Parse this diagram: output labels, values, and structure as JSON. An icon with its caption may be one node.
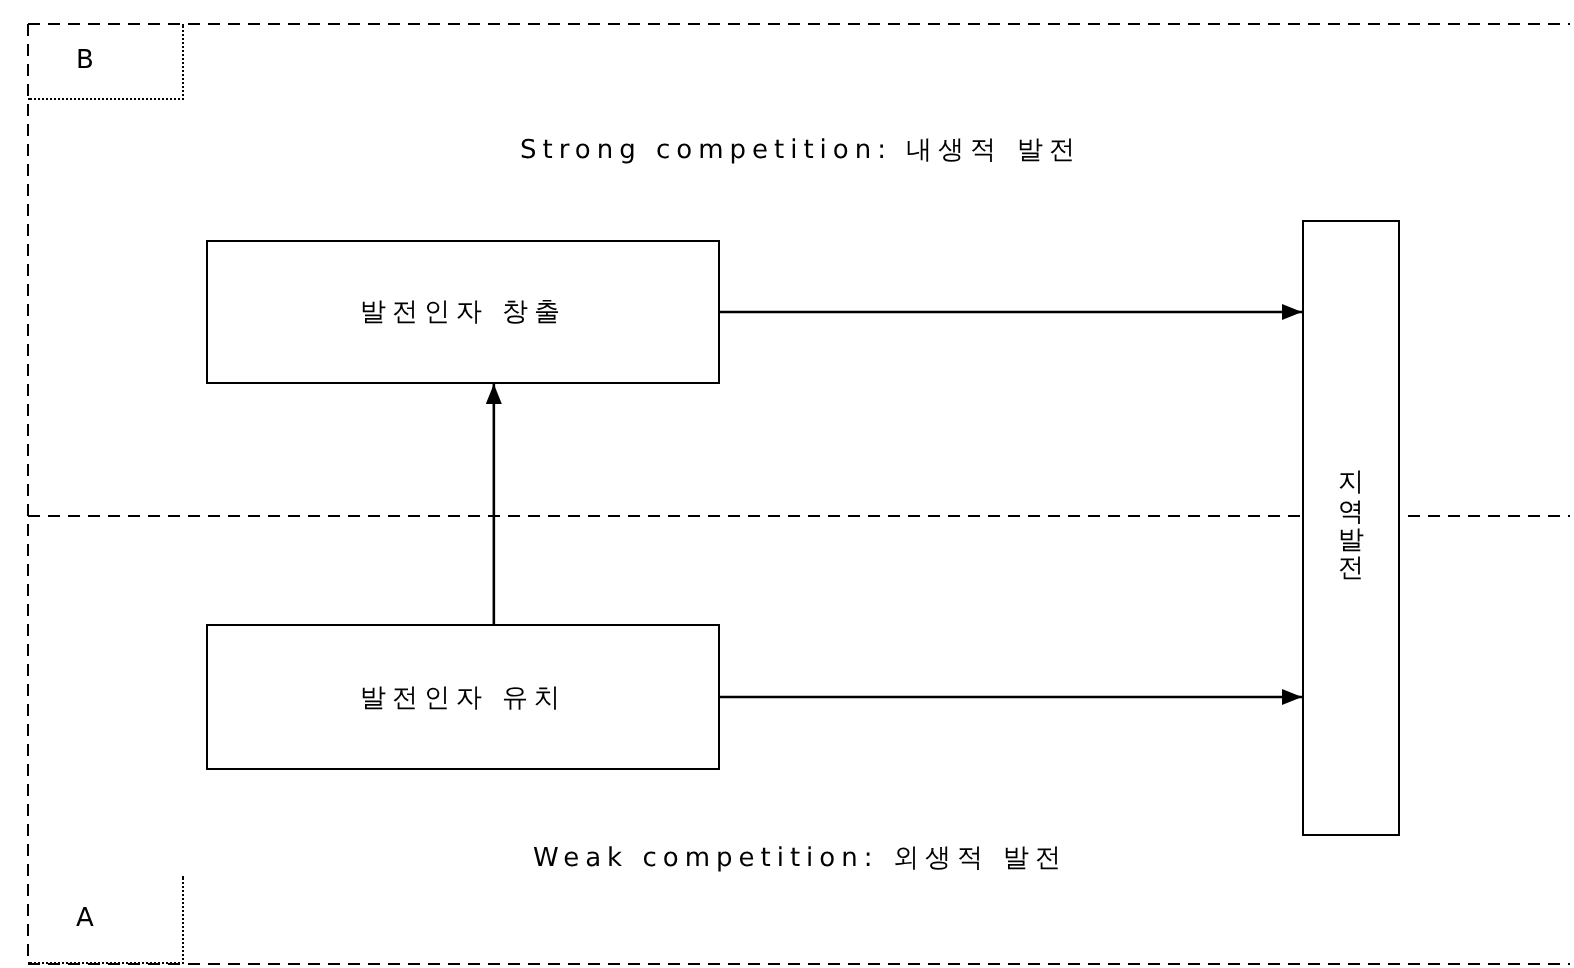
{
  "diagram": {
    "nodes": [
      {
        "text": [
          "B"
        ]
      },
      {
        "text": [
          "발전인자 창출"
        ]
      },
      {
        "text": [
          "지역발전"
        ]
      },
      {
        "text": [
          "발전인자 유치"
        ]
      },
      {
        "text": [
          "A"
        ]
      }
    ],
    "edges": [
      {
        "from": 3,
        "to": 1,
        "arrow": "to"
      },
      {
        "from": 1,
        "to": 2,
        "arrow": "to"
      },
      {
        "from": 3,
        "to": 2,
        "arrow": "to"
      }
    ],
    "labels": [
      "Strong competition: 내생적 발전",
      "Weak competition: 외생적 발전"
    ]
  }
}
